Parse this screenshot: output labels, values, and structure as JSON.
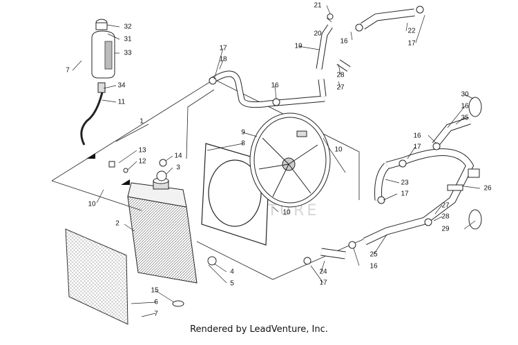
{
  "footer_text": "Rendered by LeadVenture, Inc.",
  "watermark_text": "VENTURE",
  "callouts": [
    "32",
    "31",
    "33",
    "7",
    "34",
    "11",
    "1",
    "13",
    "12",
    "14",
    "3",
    "10",
    "2",
    "15",
    "6",
    "7",
    "4",
    "5",
    "9",
    "8",
    "10",
    "10",
    "17",
    "18",
    "16",
    "21",
    "20",
    "19",
    "16",
    "28",
    "27",
    "22",
    "17",
    "30",
    "16",
    "35",
    "16",
    "17",
    "23",
    "17",
    "26",
    "27",
    "28",
    "29",
    "25",
    "24",
    "16",
    "17"
  ]
}
